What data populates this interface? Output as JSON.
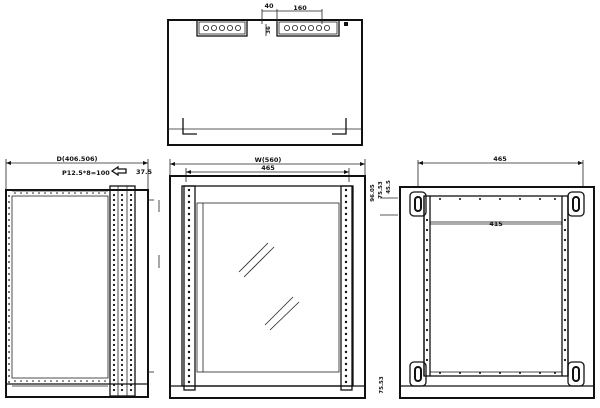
{
  "top_view": {
    "dim_spacing": "40",
    "dim_width": "160",
    "dim_side": "36"
  },
  "side_view": {
    "dim_depth": "D(406.506)",
    "dim_pitch": "P12.5*8=100",
    "dim_offset": "37.5"
  },
  "front_view": {
    "dim_width": "W(560)",
    "dim_rail": "465"
  },
  "rear_view": {
    "dim_rail_outer": "465",
    "dim_rail_inner": "415",
    "dim_v1": "96.05",
    "dim_v2": "75.53",
    "dim_v3": "45.5",
    "dim_v4": "75.53"
  }
}
